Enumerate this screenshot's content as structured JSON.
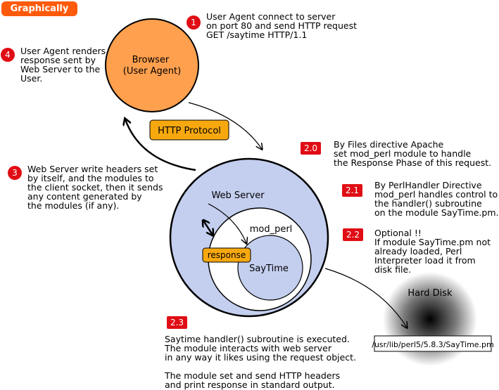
{
  "title_badge": "Graphically",
  "nodes": {
    "browser": "Browser\n(User Agent)",
    "http_protocol": "HTTP Protocol",
    "web_server": "Web Server",
    "mod_perl": "mod_perl",
    "response": "response",
    "saytime": "SayTime",
    "hard_disk": "Hard Disk",
    "file_path": "/usr/lib/perl5/5.8.3/SayTime.pm"
  },
  "steps": {
    "s1": {
      "num": "1",
      "text": "User Agent connect to server\non port 80 and send HTTP request\nGET /saytime HTTP/1.1"
    },
    "s4": {
      "num": "4",
      "text": "User Agent renders\nresponse sent by\nWeb Server to the\nUser."
    },
    "s3": {
      "num": "3",
      "text": "Web Server write headers set\nby itself, and the modules to\nthe client socket, then it sends\nany content generated by\nthe modules (if any)."
    },
    "s2_0": {
      "num": "2.0",
      "text": "By Files directive Apache\nset mod_perl module to handle\nthe Response Phase of this request."
    },
    "s2_1": {
      "num": "2.1",
      "text": "By PerlHandler Directive\nmod_perl handles control to\nthe handler() subroutine\non the module SayTime.pm."
    },
    "s2_2": {
      "num": "2.2",
      "text": "Optional !!\nIf module SayTime.pm not\nalready loaded, Perl\nInterpreter load it from\ndisk file."
    },
    "s2_3": {
      "num": "2.3",
      "text": "Saytime handler() subroutine is executed.\nThe module interacts with web server\nin any way it likes using the request object.\n\nThe module set and send HTTP headers\nand print response in standard output."
    }
  },
  "colors": {
    "browser_fill": "#ffa04e",
    "server_fill": "#c4cfef",
    "tag_fill": "#f7a80e",
    "badge_fill": "#e00d14",
    "title_fill": "#ff5a0a"
  }
}
